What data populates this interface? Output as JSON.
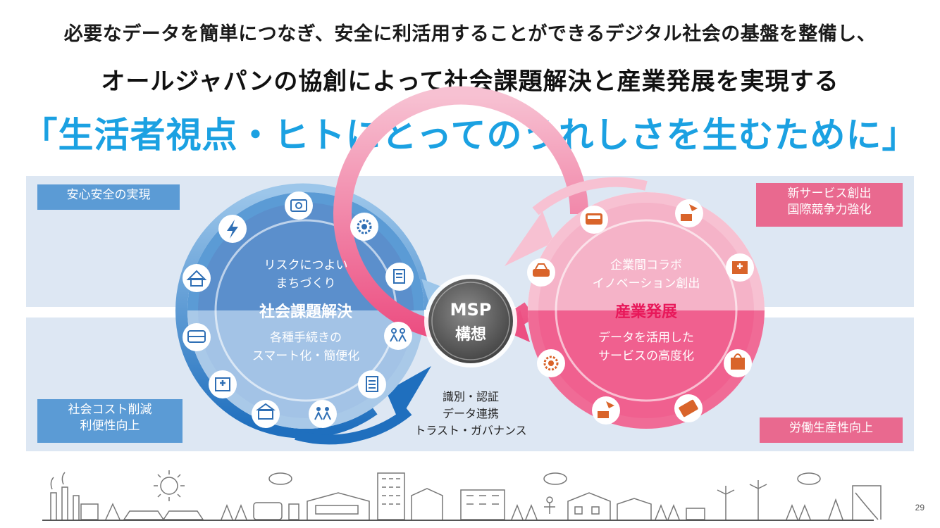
{
  "headline": {
    "line1": "必要なデータを簡単につなぎ、安全に利活用することができるデジタル社会の基盤を整備し、",
    "line2": "オールジャパンの協創によって社会課題解決と産業発展を実現する",
    "line3": "「生活者視点・ヒトにとってのうれしさを生むために」"
  },
  "tags": {
    "top_left": "安心安全の実現",
    "bottom_left": [
      "社会コスト削減",
      "利便性向上"
    ],
    "top_right": [
      "新サービス創出",
      "国際競争力強化"
    ],
    "bottom_right": "労働生産性向上"
  },
  "left_circle": {
    "upper_text": [
      "リスクにつよい",
      "まちづくり"
    ],
    "title": "社会課題解決",
    "lower_text": [
      "各種手続きの",
      "スマート化・簡便化"
    ],
    "icons": [
      "document-card-icon",
      "gear-yen-icon",
      "certificate-icon",
      "family-icon",
      "document-list-icon",
      "children-icon",
      "city-hall-icon",
      "hospital-icon",
      "bus-icon",
      "house-shield-icon",
      "lightning-icon"
    ]
  },
  "right_circle": {
    "upper_text": [
      "企業間コラボ",
      "イノベーション創出"
    ],
    "title": "産業発展",
    "lower_text": [
      "データを活用した",
      "サービスの高度化"
    ],
    "icons": [
      "bus-icon",
      "truck-plane-icon",
      "hospital-icon",
      "shopping-bag-icon",
      "credit-card-icon",
      "truck-plane-icon",
      "gear-yen-icon",
      "cars-icon"
    ]
  },
  "center": {
    "line1": "MSP",
    "line2": "構想"
  },
  "bridge_text": [
    "識別・認証",
    "データ連携",
    "トラスト・ガバナンス"
  ],
  "page_number": "29",
  "colors": {
    "accent_blue": "#1ba1e2",
    "ring_blue": "#2f78c4",
    "ring_pink": "#f06b96",
    "band": "#dde7f3"
  }
}
